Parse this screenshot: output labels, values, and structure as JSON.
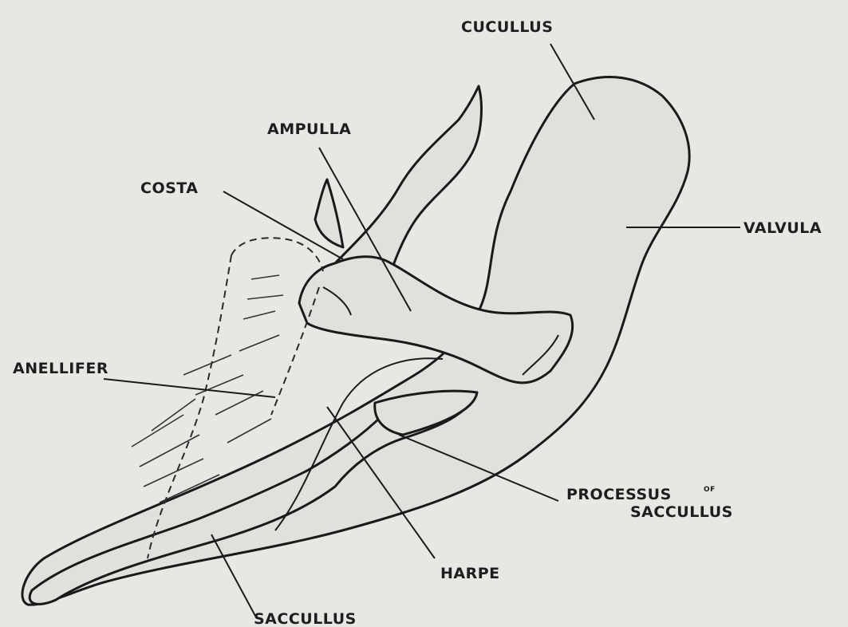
{
  "labels": {
    "cucullus": "CUCULLUS",
    "ampulla": "AMPULLA",
    "costa": "COSTA",
    "valvula": "VALVULA",
    "anellifer": "ANELLIFER",
    "processus_line1": "PROCESSUS",
    "processus_of": "OF",
    "processus_line2": "SACCULLUS",
    "harpe": "HARPE",
    "saccullus": "SACCULLUS"
  }
}
